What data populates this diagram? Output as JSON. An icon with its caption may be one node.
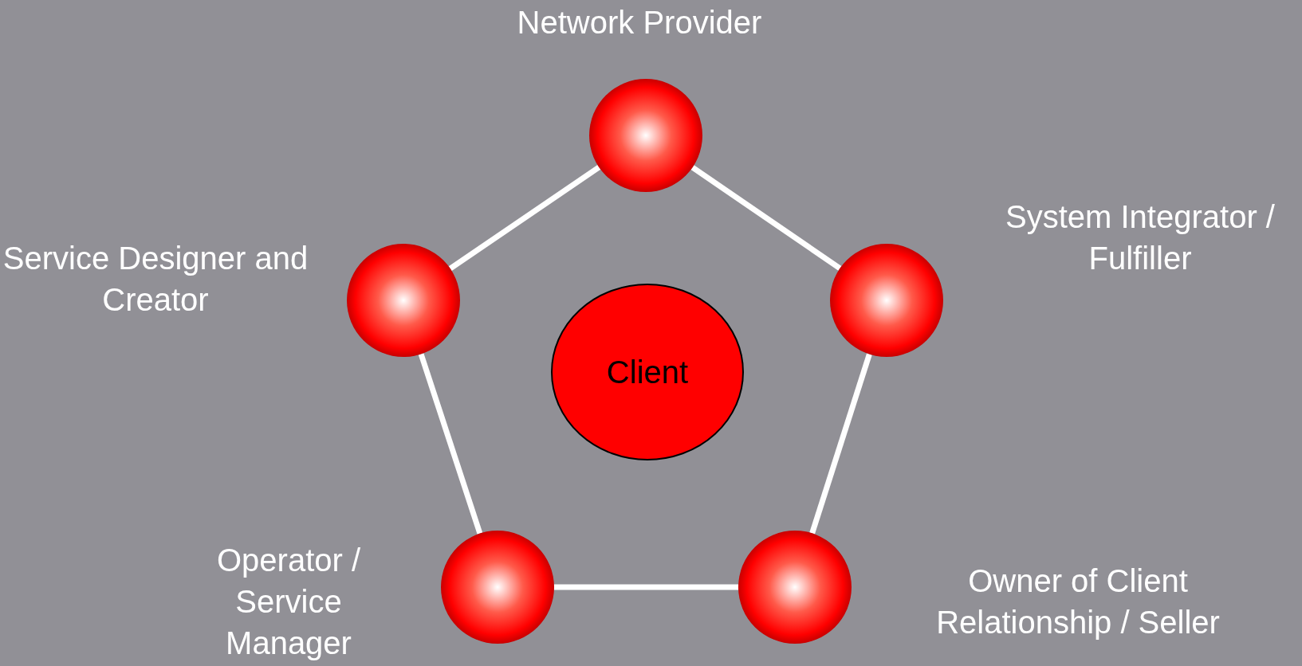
{
  "diagram": {
    "nodes": [
      {
        "text": [
          "Network Provider"
        ]
      },
      {
        "text": [
          "Service Designer and Creator"
        ]
      },
      {
        "text": [
          "System Integrator / Fulfiller"
        ]
      },
      {
        "text": [
          "Client"
        ]
      },
      {
        "text": [
          "Operator / Service Manager"
        ]
      },
      {
        "text": [
          "Owner of Client Relationship / Seller"
        ]
      }
    ],
    "edges": [
      {
        "from": 0,
        "to": 2,
        "arrow": "none"
      },
      {
        "from": 2,
        "to": 5,
        "arrow": "none"
      },
      {
        "from": 5,
        "to": 4,
        "arrow": "none"
      },
      {
        "from": 4,
        "to": 1,
        "arrow": "none"
      },
      {
        "from": 1,
        "to": 0,
        "arrow": "none"
      }
    ]
  }
}
